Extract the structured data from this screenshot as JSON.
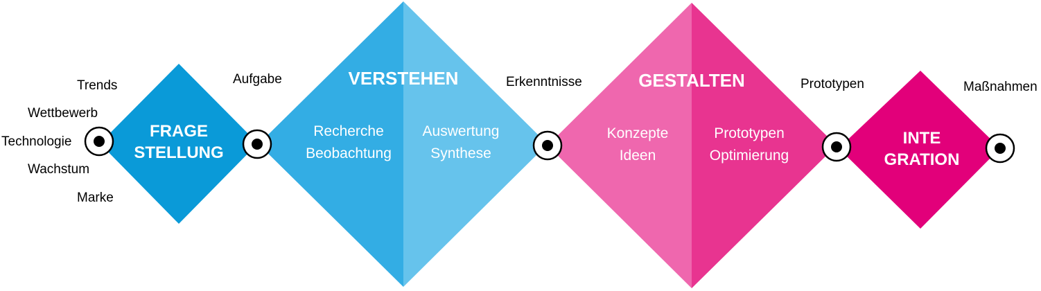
{
  "colors": {
    "frage": "#0a9ad8",
    "verstehen_left": "#33ade4",
    "verstehen_right": "#66c3ec",
    "gestalten_left": "#ef67ae",
    "gestalten_right": "#e83490",
    "integration": "#e2007a",
    "node_ring": "#000000"
  },
  "inputs": [
    "Trends",
    "Wettbewerb",
    "Technologie",
    "Wachstum",
    "Marke"
  ],
  "frage": {
    "line1": "FRAGE",
    "line2": "STELLUNG"
  },
  "aufgabe": "Aufgabe",
  "verstehen": {
    "title": "VERSTEHEN",
    "left": {
      "line1": "Recherche",
      "line2": "Beobachtung"
    },
    "right": {
      "line1": "Auswertung",
      "line2": "Synthese"
    }
  },
  "erkenntnisse": "Erkenntnisse",
  "gestalten": {
    "title": "GESTALTEN",
    "left": {
      "line1": "Konzepte",
      "line2": "Ideen"
    },
    "right": {
      "line1": "Prototypen",
      "line2": "Optimierung"
    }
  },
  "prototypen": "Prototypen",
  "integration": {
    "line1": "INTE",
    "line2": "GRATION"
  },
  "massnahmen": "Maßnahmen"
}
